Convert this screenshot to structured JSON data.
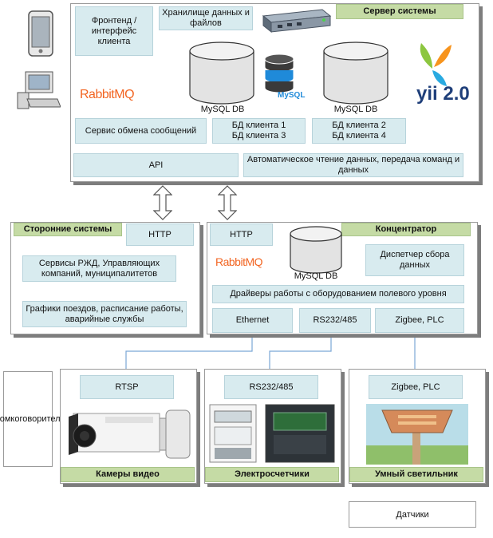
{
  "server": {
    "title": "Сервер системы",
    "frontend": "Фронтенд / интерфейс клиента",
    "storage": "Хранилище данных и файлов",
    "rabbitmq_logo": "RabbitMQ",
    "mysql_logo": "MySQL",
    "yii_logo": "yii 2.0",
    "db1_label": "MySQL DB",
    "db2_label": "MySQL DB",
    "message_service": "Сервис обмена сообщений",
    "clients_a": "БД клиента 1\nБД клиента 3",
    "clients_b": "БД клиента 2\nБД клиента 4",
    "api": "API",
    "auto_read": "Автоматическое чтение данных, передача команд и данных"
  },
  "third_party": {
    "title": "Сторонние системы",
    "http": "HTTP",
    "services": "Сервисы РЖД, Управляющих компаний, муниципалитетов",
    "schedules": "Графики поездов, расписание работы, аварийные службы"
  },
  "hub": {
    "title": "Концентратор",
    "http": "HTTP",
    "rabbitmq_logo": "RabbitMQ",
    "db_label": "MySQL DB",
    "dispatcher": "Диспетчер сбора данных",
    "drivers": "Драйверы работы с оборудованием полевого уровня",
    "ethernet": "Ethernet",
    "rs232": "RS232/485",
    "zigbee": "Zigbee, PLC"
  },
  "devices": {
    "speakers": "Громкоговорители",
    "cameras": {
      "title": "Камеры видео",
      "protocol": "RTSP"
    },
    "meters": {
      "title": "Электросчетчики",
      "protocol": "RS232/485"
    },
    "lamp": {
      "title": "Умный светильник",
      "protocol": "Zigbee, PLC"
    },
    "sensors": "Датчики"
  },
  "colors": {
    "box_fill": "#d8ebef",
    "tag_fill": "#c5dba5",
    "link_line": "#7aa6d6"
  }
}
